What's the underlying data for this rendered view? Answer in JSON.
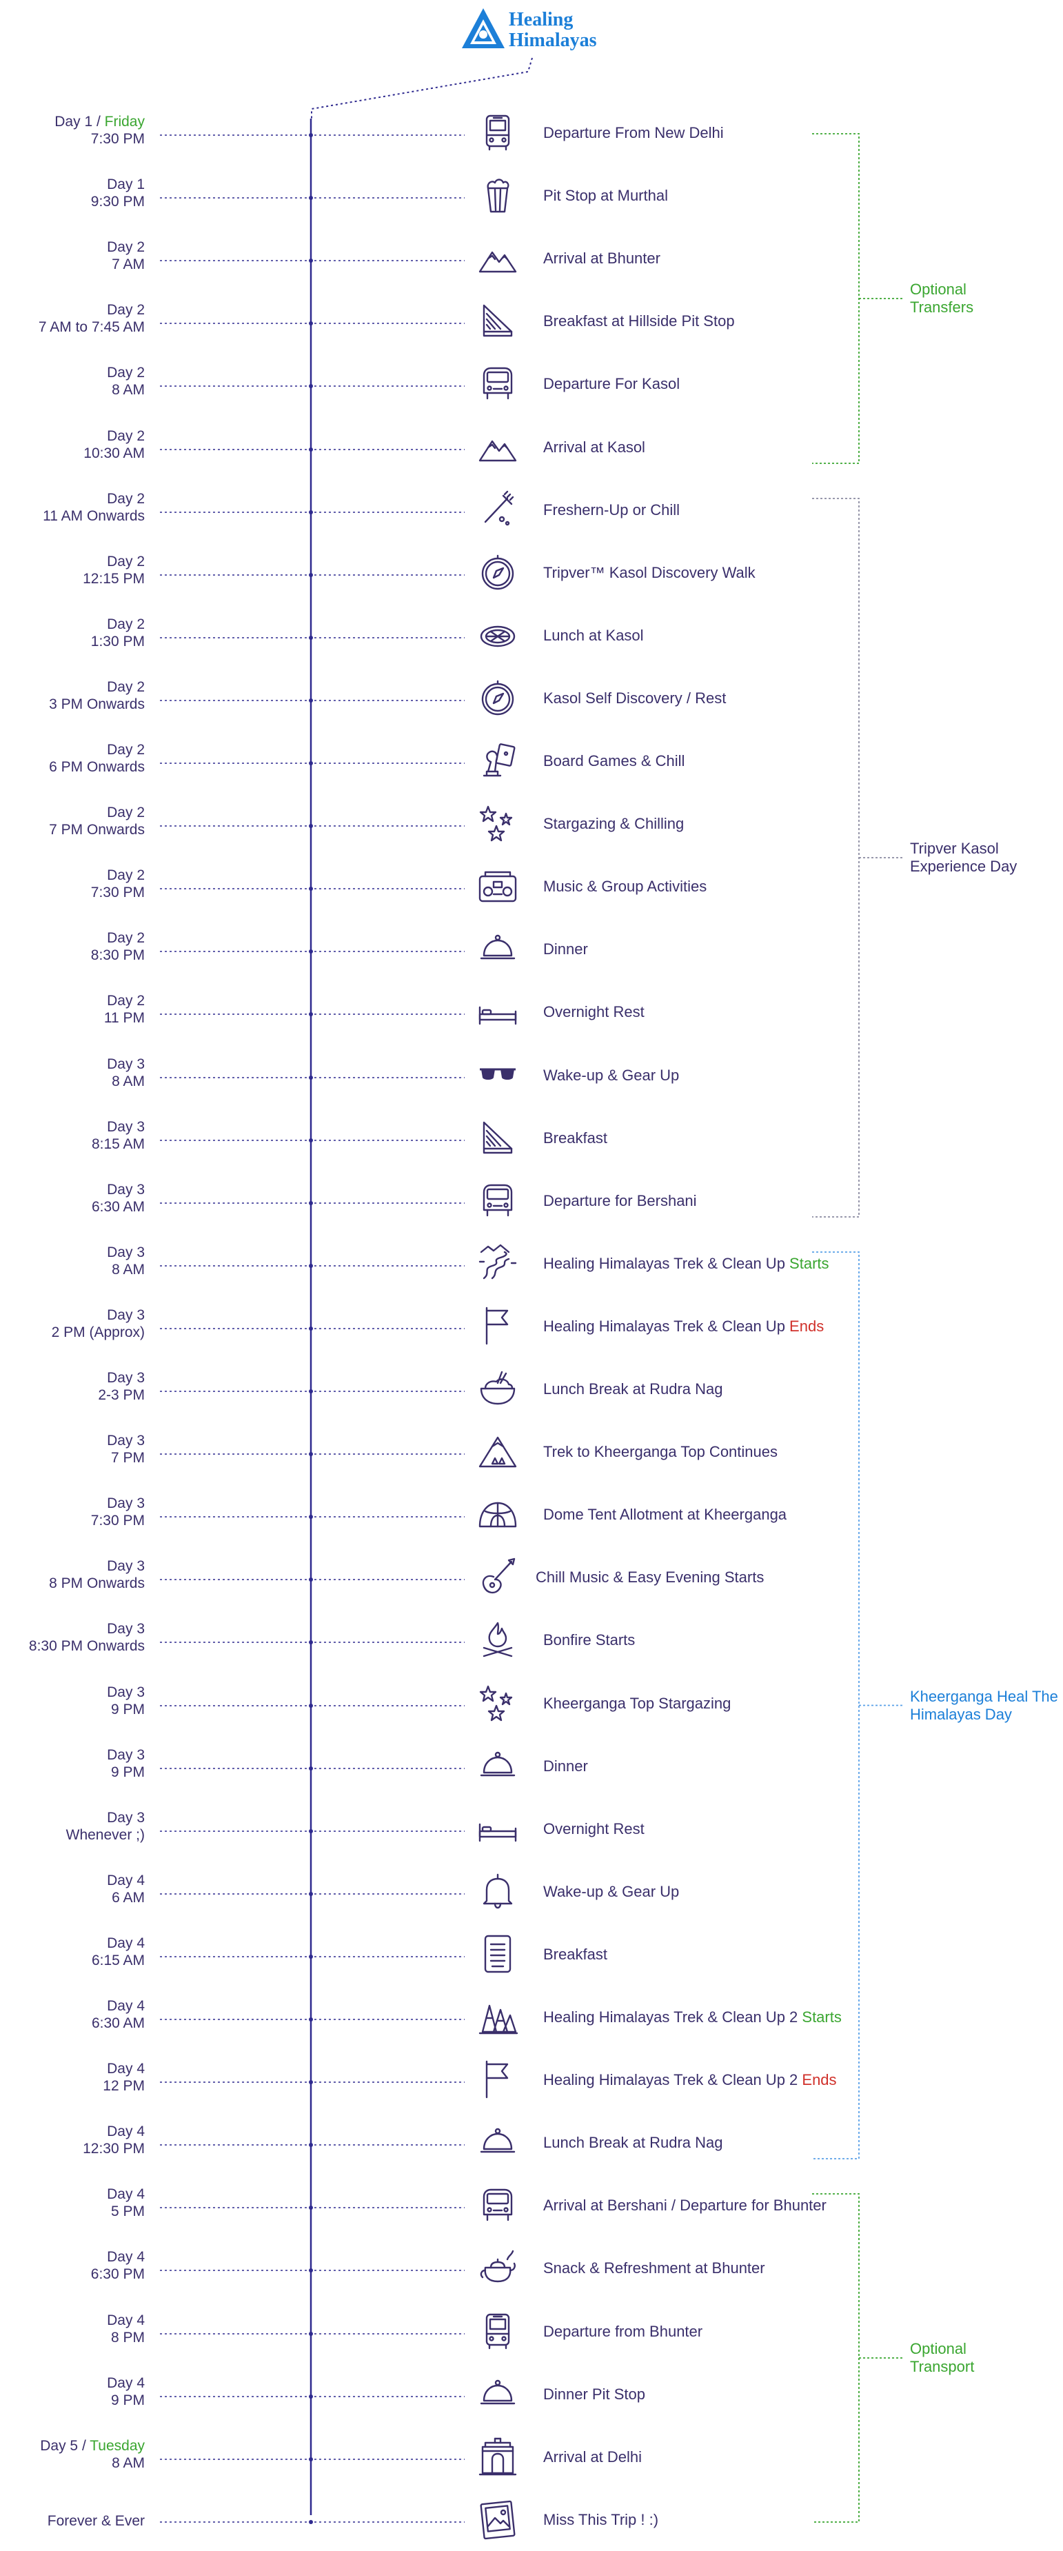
{
  "logo": {
    "line1": "Healing",
    "line2": "Himalayas"
  },
  "colors": {
    "text": "#3a2f6b",
    "axis": "#2f2a8f",
    "green": "#3aa630",
    "red": "#d0302a",
    "blue": "#1c7fd8",
    "grey_bracket": "#8a8aa0",
    "blue_bracket": "#5aa0e8"
  },
  "items": [
    {
      "day": "Day 1",
      "day_suffix": " / ",
      "day_hl": "Friday",
      "time": "7:30 PM",
      "icon": "bus-icon",
      "label": "Departure From New Delhi"
    },
    {
      "day": "Day 1",
      "time": "9:30 PM",
      "icon": "popcorn-icon",
      "label": "Pit Stop at Murthal"
    },
    {
      "day": "Day 2",
      "time": "7 AM",
      "icon": "mountains-icon",
      "label": "Arrival at Bhunter"
    },
    {
      "day": "Day 2",
      "time": "7 AM to 7:45 AM",
      "icon": "sandwich-icon",
      "label": "Breakfast at Hillside Pit Stop"
    },
    {
      "day": "Day 2",
      "time": "8 AM",
      "icon": "van-icon",
      "label": "Departure For Kasol"
    },
    {
      "day": "Day 2",
      "time": "10:30 AM",
      "icon": "mountains-icon",
      "label": "Arrival at Kasol"
    },
    {
      "day": "Day 2",
      "time": "11 AM Onwards",
      "icon": "toothbrush-icon",
      "label": "Freshern-Up or Chill"
    },
    {
      "day": "Day 2",
      "time": "12:15 PM",
      "icon": "compass-icon",
      "label": "Tripver™ Kasol Discovery Walk"
    },
    {
      "day": "Day 2",
      "time": "1:30 PM",
      "icon": "pizza-icon",
      "label": "Lunch at Kasol"
    },
    {
      "day": "Day 2",
      "time": "3 PM Onwards",
      "icon": "compass-icon",
      "label": "Kasol Self Discovery / Rest"
    },
    {
      "day": "Day 2",
      "time": "6 PM Onwards",
      "icon": "board-games-icon",
      "label": "Board Games & Chill"
    },
    {
      "day": "Day 2",
      "time": "7 PM Onwards",
      "icon": "stars-icon",
      "label": "Stargazing & Chilling"
    },
    {
      "day": "Day 2",
      "time": "7:30 PM",
      "icon": "radio-icon",
      "label": "Music & Group Activities"
    },
    {
      "day": "Day 2",
      "time": "8:30 PM",
      "icon": "cloche-icon",
      "label": "Dinner"
    },
    {
      "day": "Day 2",
      "time": "11 PM",
      "icon": "bed-icon",
      "label": "Overnight Rest"
    },
    {
      "day": "Day 3",
      "time": "8 AM",
      "icon": "sunglasses-icon",
      "label": "Wake-up & Gear Up"
    },
    {
      "day": "Day 3",
      "time": "8:15 AM",
      "icon": "sandwich-icon",
      "label": "Breakfast"
    },
    {
      "day": "Day 3",
      "time": "6:30 AM",
      "icon": "van-icon",
      "label": "Departure for Bershani"
    },
    {
      "day": "Day 3",
      "time": "8 AM",
      "icon": "trail-icon",
      "label": "Healing Himalayas Trek & Clean Up ",
      "accent": "Starts",
      "accent_color": "green"
    },
    {
      "day": "Day 3",
      "time": "2 PM (Approx)",
      "icon": "flag-icon",
      "label": "Healing Himalayas Trek & Clean Up ",
      "accent": "Ends",
      "accent_color": "red"
    },
    {
      "day": "Day 3",
      "time": "2-3 PM",
      "icon": "bowl-icon",
      "label": "Lunch Break at Rudra Nag"
    },
    {
      "day": "Day 3",
      "time": "7 PM",
      "icon": "peak-icon",
      "label": "Trek to Kheerganga Top Continues"
    },
    {
      "day": "Day 3",
      "time": "7:30 PM",
      "icon": "dome-tent-icon",
      "label": "Dome Tent Allotment at Kheerganga"
    },
    {
      "day": "Day 3",
      "time": "8 PM Onwards",
      "icon": "guitar-icon",
      "label": "Chill Music & Easy Evening Starts",
      "shift": true
    },
    {
      "day": "Day 3",
      "time": "8:30 PM Onwards",
      "icon": "bonfire-icon",
      "label": "Bonfire Starts"
    },
    {
      "day": "Day 3",
      "time": "9 PM",
      "icon": "stars-icon",
      "label": "Kheerganga Top Stargazing"
    },
    {
      "day": "Day 3",
      "time": "9 PM",
      "icon": "cloche-icon",
      "label": "Dinner"
    },
    {
      "day": "Day 3",
      "time": "Whenever ;)",
      "icon": "bed-icon",
      "label": "Overnight Rest"
    },
    {
      "day": "Day 4",
      "time": "6 AM",
      "icon": "bell-icon",
      "label": "Wake-up & Gear Up"
    },
    {
      "day": "Day 4",
      "time": "6:15 AM",
      "icon": "menu-card-icon",
      "label": "Breakfast"
    },
    {
      "day": "Day 4",
      "time": "6:30 AM",
      "icon": "forest-icon",
      "label": "Healing Himalayas Trek & Clean Up 2 ",
      "accent": "Starts",
      "accent_color": "green"
    },
    {
      "day": "Day 4",
      "time": "12 PM",
      "icon": "flag-icon",
      "label": "Healing Himalayas Trek & Clean Up 2 ",
      "accent": "Ends",
      "accent_color": "red"
    },
    {
      "day": "Day 4",
      "time": "12:30 PM",
      "icon": "cloche-icon",
      "label": "Lunch Break at Rudra Nag"
    },
    {
      "day": "Day 4",
      "time": "5 PM",
      "icon": "van-icon",
      "label": "Arrival at Bershani / Departure for Bhunter"
    },
    {
      "day": "Day 4",
      "time": "6:30 PM",
      "icon": "teapot-icon",
      "label": "Snack & Refreshment at Bhunter"
    },
    {
      "day": "Day 4",
      "time": "8 PM",
      "icon": "bus-icon",
      "label": "Departure from Bhunter"
    },
    {
      "day": "Day 4",
      "time": "9 PM",
      "icon": "cloche-icon",
      "label": "Dinner Pit Stop"
    },
    {
      "day": "Day 5",
      "day_suffix": " / ",
      "day_hl": "Tuesday",
      "time": "8 AM",
      "icon": "india-gate-icon",
      "label": "Arrival at Delhi"
    },
    {
      "day": "Forever & Ever",
      "time": "",
      "icon": "photo-icon",
      "label": "Miss This Trip ! :)"
    }
  ],
  "groups": [
    {
      "label_line1": "Optional",
      "label_line2": "Transfers",
      "color": "green",
      "from": 0,
      "to": 5
    },
    {
      "label_line1": "Tripver Kasol",
      "label_line2": "Experience Day",
      "color": "grey",
      "from": 6,
      "to": 17
    },
    {
      "label_line1": "Kheerganga Heal The",
      "label_line2": "Himalayas Day",
      "color": "blue",
      "from": 18,
      "to": 32
    },
    {
      "label_line1": "Optional",
      "label_line2": "Transport",
      "color": "green",
      "from": 33,
      "to": 38
    }
  ]
}
